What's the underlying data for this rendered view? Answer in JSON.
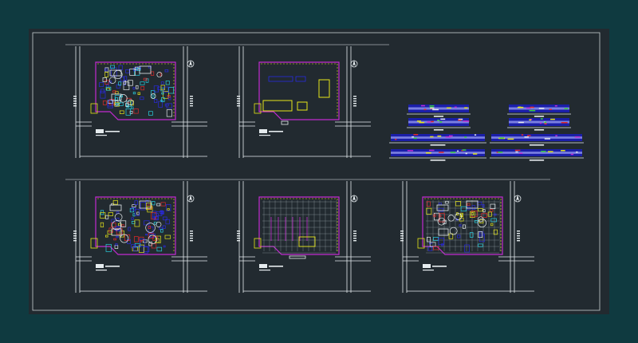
{
  "drawing": {
    "background_color": "#0f3a40",
    "sheet_color": "#222a30",
    "frame_color": "#c9cfd2",
    "line_color": "#e6ecef",
    "accent_colors": {
      "magenta": "#c22bd0",
      "yellow": "#e6e61a",
      "blue": "#2a2ae0",
      "cyan": "#2ad0e0",
      "red": "#e02a2a",
      "green": "#3ad03a"
    },
    "plans": [
      {
        "id": "plan-1",
        "style": "furniture"
      },
      {
        "id": "plan-2",
        "style": "layout"
      },
      {
        "id": "plan-3",
        "style": "furniture"
      },
      {
        "id": "plan-4",
        "style": "grid"
      },
      {
        "id": "plan-5",
        "style": "grid-furniture"
      }
    ],
    "elevations": [
      {
        "id": "elevation-1"
      },
      {
        "id": "elevation-2"
      },
      {
        "id": "elevation-3"
      },
      {
        "id": "elevation-4"
      },
      {
        "id": "elevation-5"
      },
      {
        "id": "elevation-6"
      },
      {
        "id": "elevation-7"
      },
      {
        "id": "elevation-8"
      }
    ]
  }
}
